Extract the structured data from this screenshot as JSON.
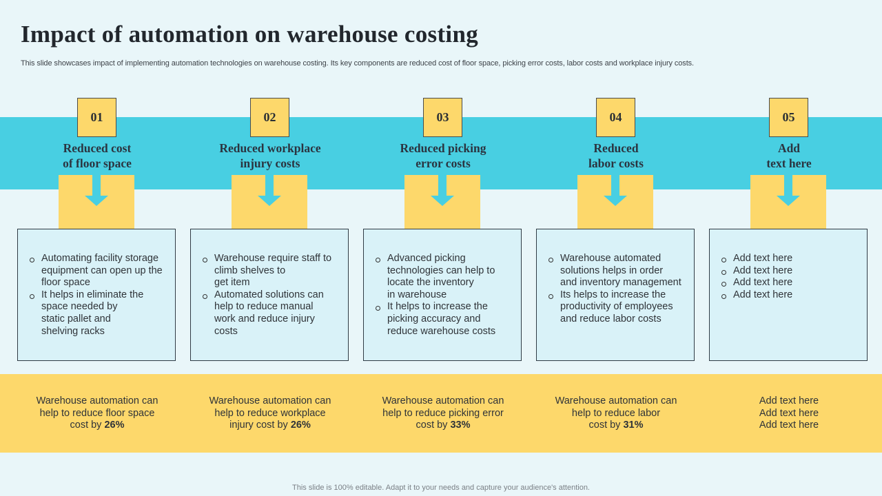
{
  "title": "Impact of automation on warehouse costing",
  "subtitle": "This slide showcases impact of implementing automation technologies on warehouse costing. Its key components are reduced cost of floor space, picking error costs, labor costs and workplace injury costs.",
  "colors": {
    "background": "#e9f6f9",
    "band": "#48cfe2",
    "accent_yellow": "#fdd86b",
    "card": "#d9f2f8",
    "arrow": "#48cfe2"
  },
  "columns": [
    {
      "number": "01",
      "heading": "Reduced cost\nof floor space",
      "bullets": [
        "Automating facility storage\nequipment can open up the\nfloor space",
        "It helps in eliminate the\nspace needed by\nstatic pallet and\nshelving racks"
      ],
      "summary_text": "Warehouse automation can\nhelp to reduce floor space\ncost by ",
      "summary_value": "26%"
    },
    {
      "number": "02",
      "heading": "Reduced workplace\ninjury costs",
      "bullets": [
        "Warehouse require staff to\nclimb shelves to\nget item",
        "Automated solutions can\nhelp to reduce manual\nwork and reduce injury\ncosts"
      ],
      "summary_text": "Warehouse automation can\nhelp to reduce workplace\ninjury cost by ",
      "summary_value": "26%"
    },
    {
      "number": "03",
      "heading": "Reduced picking\nerror costs",
      "bullets": [
        "Advanced picking\ntechnologies can help to\nlocate the inventory\nin warehouse",
        "It helps to increase the\npicking accuracy and\nreduce warehouse costs"
      ],
      "summary_text": "Warehouse automation can\nhelp to reduce picking error\ncost by ",
      "summary_value": "33%"
    },
    {
      "number": "04",
      "heading": "Reduced\nlabor costs",
      "bullets": [
        "Warehouse automated\nsolutions helps in order\nand inventory management",
        "Its helps to increase the\nproductivity of employees\nand reduce labor costs"
      ],
      "summary_text": "Warehouse automation can\nhelp to reduce labor\ncost by ",
      "summary_value": "31%"
    },
    {
      "number": "05",
      "heading": "Add\ntext here",
      "bullets": [
        "Add text here",
        "Add text here",
        "Add text here",
        "Add text here"
      ],
      "summary_text": "Add text here\nAdd text here\nAdd text here",
      "summary_value": ""
    }
  ],
  "footer": "This slide is 100% editable. Adapt it to your needs and capture your audience's attention."
}
